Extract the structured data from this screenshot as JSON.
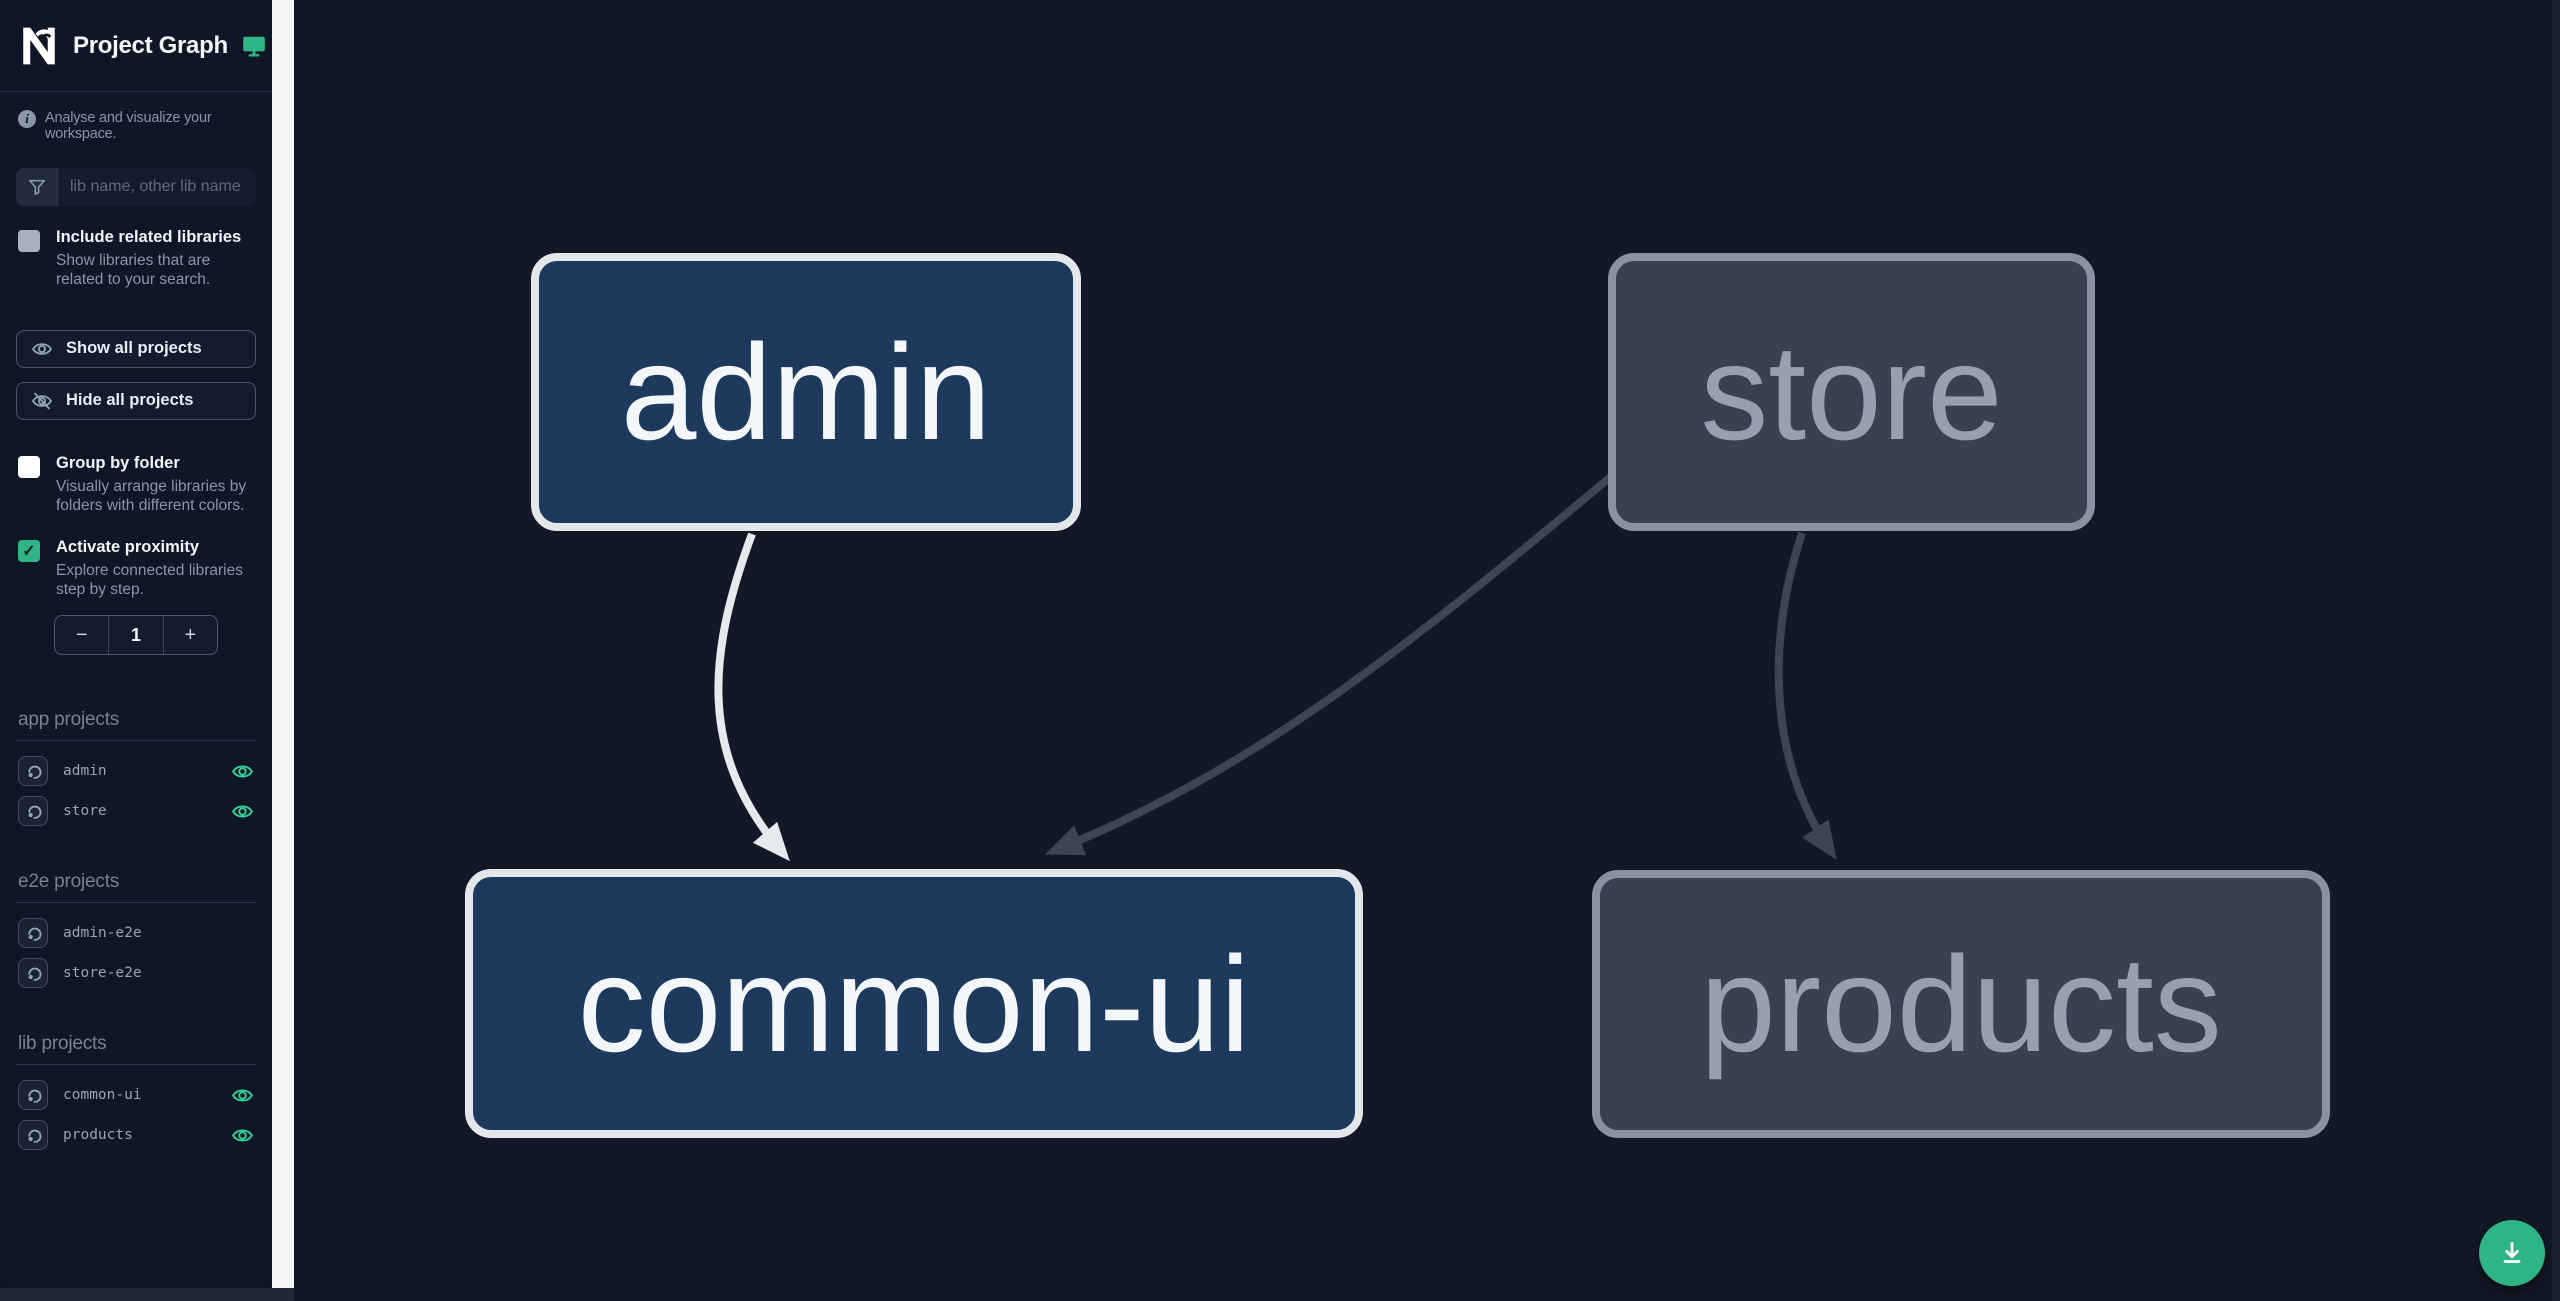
{
  "app": {
    "title": "Project Graph"
  },
  "sidebar": {
    "tagline": "Analyse and visualize your workspace.",
    "search": {
      "placeholder": "lib name, other lib name",
      "value": ""
    },
    "include_related": {
      "label": "Include related libraries",
      "description": "Show libraries that are related to your search.",
      "checked": false
    },
    "show_all_label": "Show all projects",
    "hide_all_label": "Hide all projects",
    "group_by_folder": {
      "label": "Group by folder",
      "description": "Visually arrange libraries by folders with different colors.",
      "checked": false
    },
    "activate_proximity": {
      "label": "Activate proximity",
      "description": "Explore connected libraries step by step.",
      "checked": true
    },
    "proximity_stepper": {
      "decrement": "−",
      "value": "1",
      "increment": "+"
    },
    "sections": [
      {
        "title": "app projects",
        "items": [
          {
            "name": "admin",
            "eye": true
          },
          {
            "name": "store",
            "eye": true
          }
        ]
      },
      {
        "title": "e2e projects",
        "items": [
          {
            "name": "admin-e2e",
            "eye": false
          },
          {
            "name": "store-e2e",
            "eye": false
          }
        ]
      },
      {
        "title": "lib projects",
        "items": [
          {
            "name": "common-ui",
            "eye": true
          },
          {
            "name": "products",
            "eye": true
          }
        ]
      }
    ]
  },
  "graph": {
    "nodes": [
      {
        "label": "admin",
        "state": "focused"
      },
      {
        "label": "store",
        "state": "dimmed"
      },
      {
        "label": "common-ui",
        "state": "focused"
      },
      {
        "label": "products",
        "state": "dimmed"
      }
    ],
    "edges": [
      {
        "source": "admin",
        "target": "common-ui",
        "style": "highlighted"
      },
      {
        "source": "store",
        "target": "common-ui",
        "style": "dimmed"
      },
      {
        "source": "store",
        "target": "products",
        "style": "dimmed"
      }
    ]
  },
  "fab": {
    "action": "download"
  },
  "colors": {
    "accent_teal": "#2fb485",
    "eye_green": "#34d399",
    "focused_node_fill": "#1d3a5d",
    "focused_node_border": "#e3e7ec",
    "dimmed_node_fill": "#394050",
    "dimmed_node_border": "#8b929e",
    "highlight_edge": "#e6e9ed",
    "dimmed_edge": "#3d4452",
    "canvas_bg": "#121826",
    "sidebar_bg": "#0f1727"
  }
}
